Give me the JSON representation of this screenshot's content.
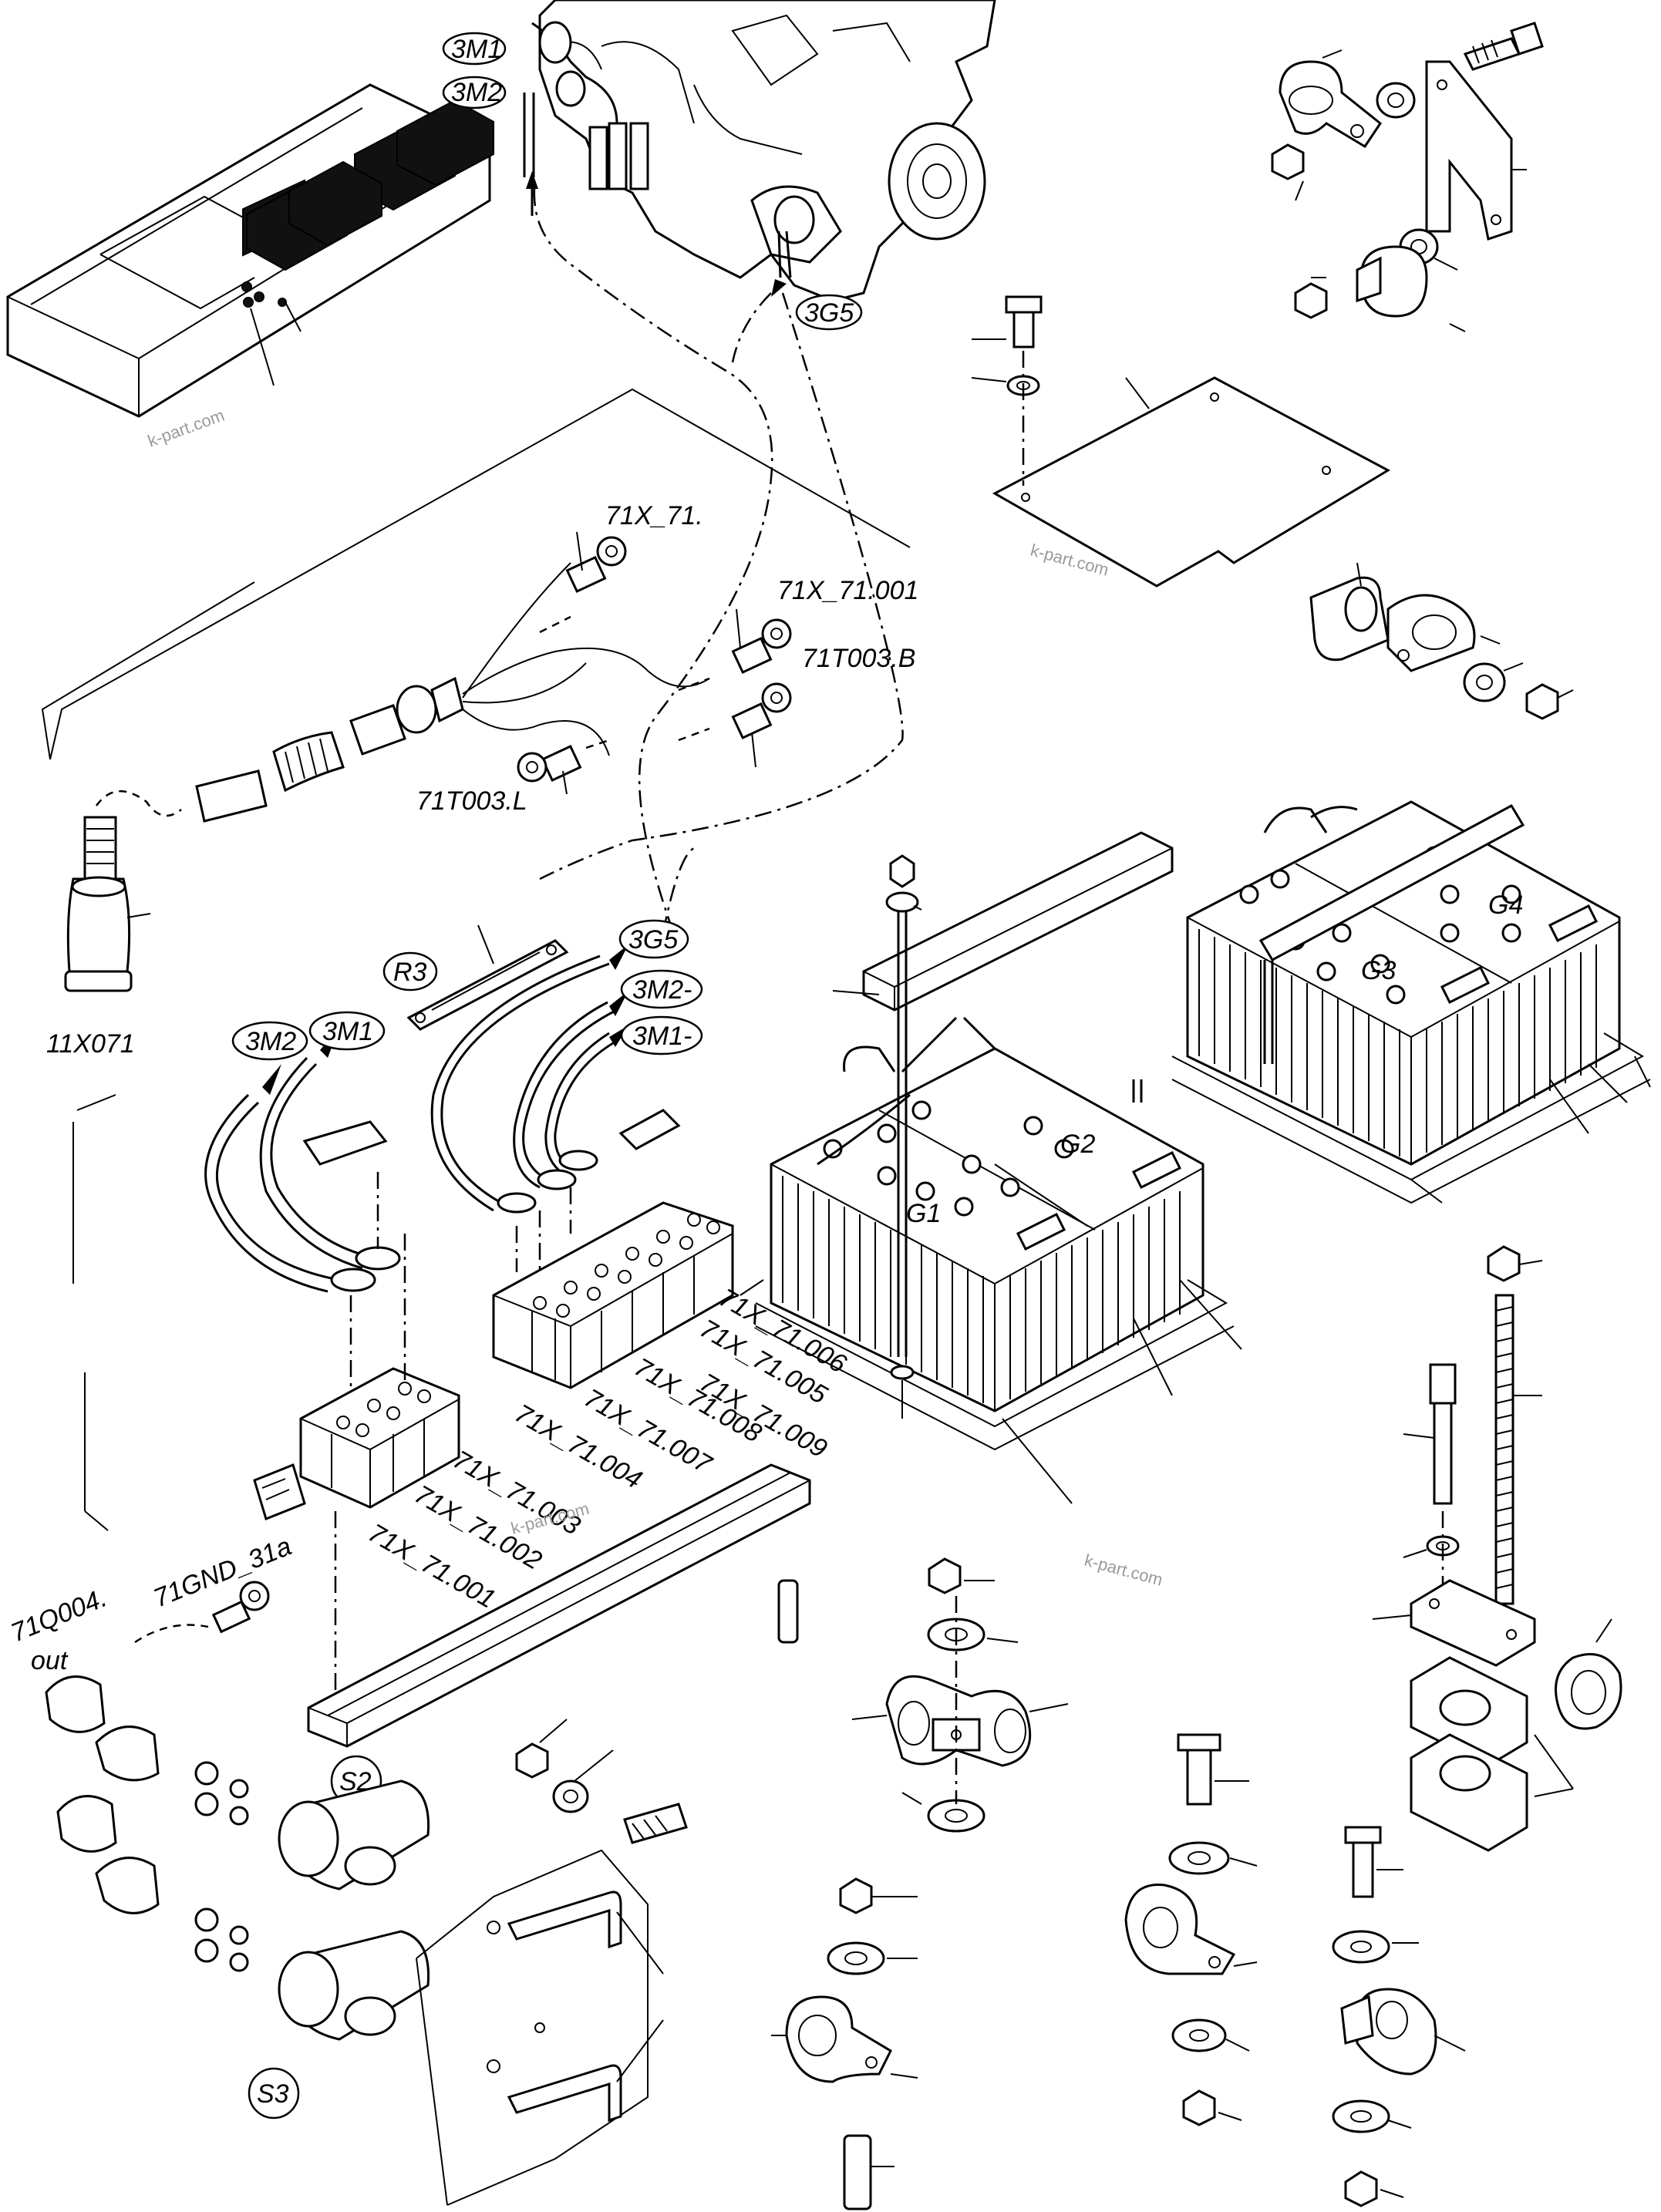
{
  "watermark": "k-part.com",
  "labels": {
    "m3m1_top": "3M1",
    "m3m2_top": "3M2",
    "g3g5_top": "3G5",
    "x71": "71X_71.",
    "x71_001": "71X_71.001",
    "t003b": "71T003.B",
    "t003l": "71T003.L",
    "x11x071": "11X071",
    "r3": "R3",
    "b3g5": "3G5",
    "b3m2dash": "3M2-",
    "b3m1dash": "3M1-",
    "b3m2": "3M2",
    "b3m1": "3M1",
    "g1": "G1",
    "g2": "G2",
    "g3": "G3",
    "g4": "G4",
    "x006": "71X_71.006",
    "x005": "71X_71.005",
    "x009": "71X_71.009",
    "x008": "71X_71.008",
    "x007": "71X_71.007",
    "x004": "71X_71.004",
    "x003": "71X_71.003",
    "x002": "71X_71.002",
    "x001": "71X_71.001",
    "q004_line1": "71Q004.",
    "q004_line2": "out",
    "gnd31a": "71GND_31a",
    "s2": "S2",
    "s3": "S3"
  }
}
